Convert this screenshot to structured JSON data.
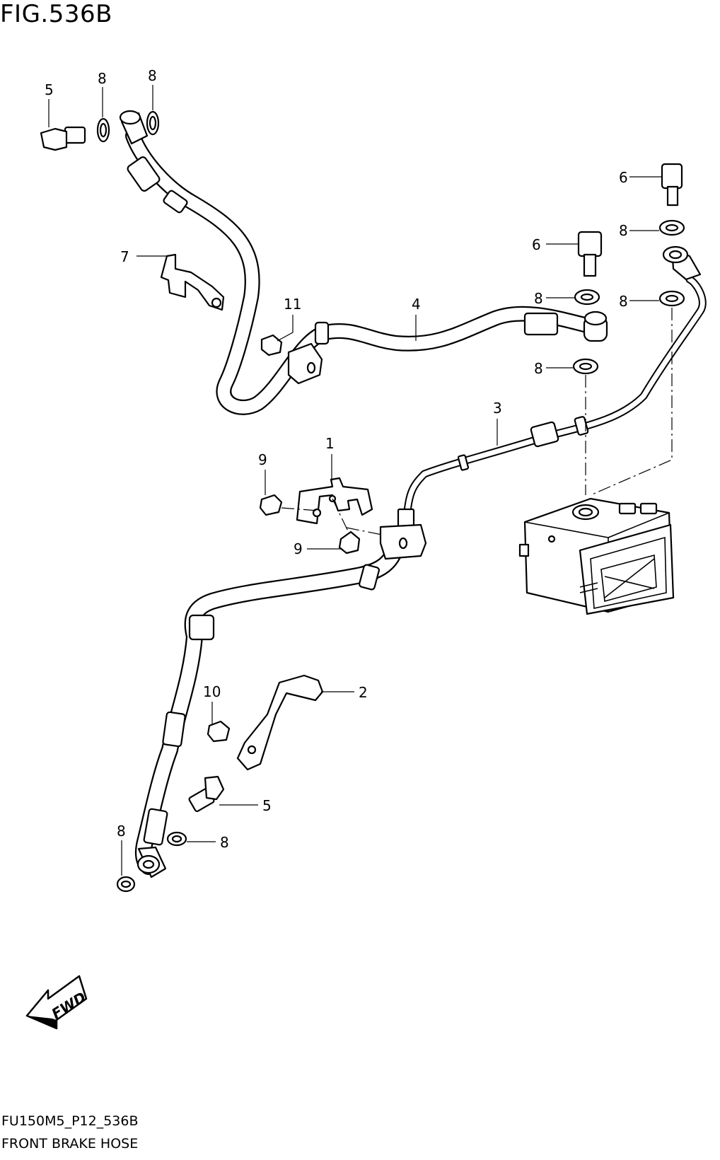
{
  "figure": {
    "title": "FIG.536B"
  },
  "footer": {
    "code": "FU150M5_P12_536B",
    "name": "FRONT BRAKE HOSE"
  },
  "callouts": [
    "1",
    "2",
    "3",
    "4",
    "5",
    "5",
    "6",
    "6",
    "7",
    "8",
    "8",
    "8",
    "8",
    "8",
    "8",
    "8",
    "9",
    "9",
    "10",
    "11"
  ],
  "fwd_badge": {
    "text": "FWD"
  },
  "icons": {
    "direction": "fwd-arrow-icon"
  }
}
